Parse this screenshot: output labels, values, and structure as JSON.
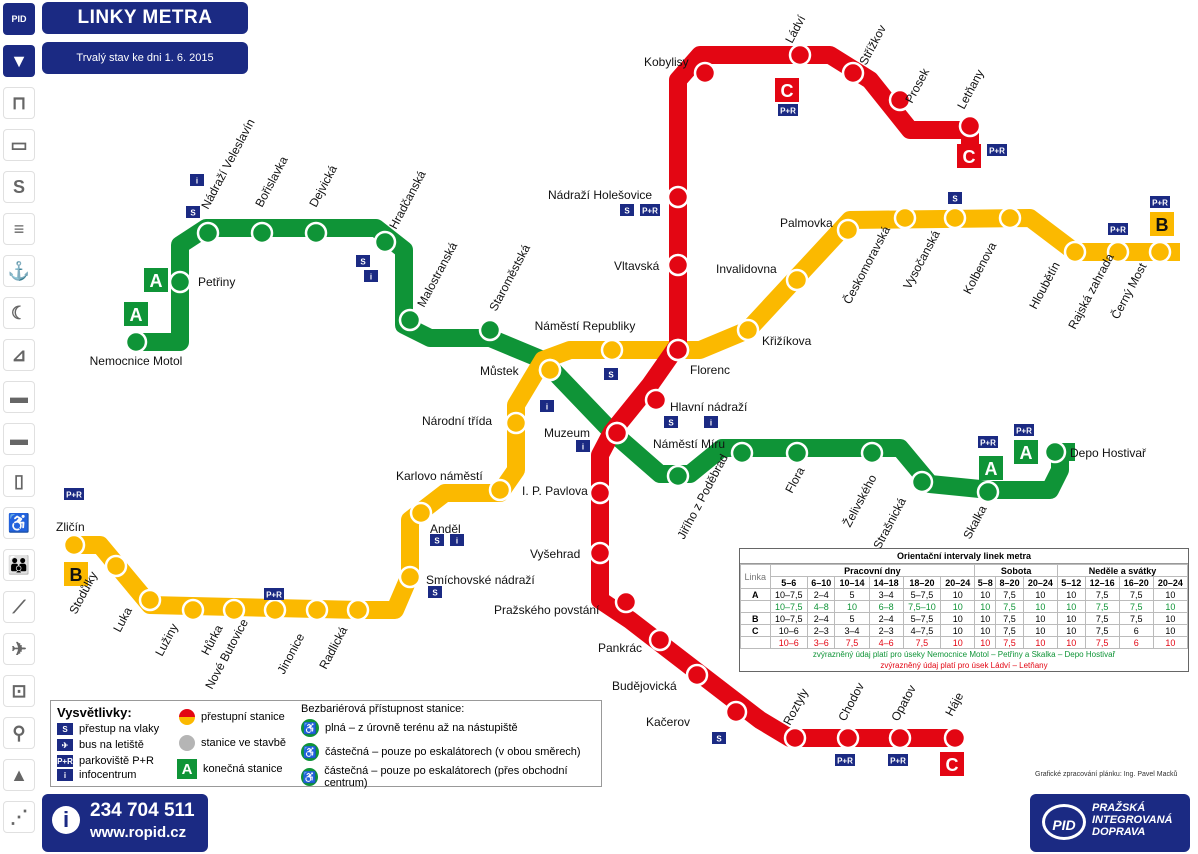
{
  "header": {
    "title": "LINKY METRA",
    "subtitle": "Trvalý stav ke dni 1. 6. 2015"
  },
  "colors": {
    "line_a": "#0f9437",
    "line_b": "#fbb900",
    "line_c": "#e30613",
    "brand": "#1b2a83"
  },
  "sidebar": {
    "items": [
      {
        "icon": "pid-logo-icon"
      },
      {
        "icon": "metro-icon"
      },
      {
        "icon": "tram-icon"
      },
      {
        "icon": "bus-icon"
      },
      {
        "icon": "train-icon"
      },
      {
        "icon": "cable-car-icon"
      },
      {
        "icon": "ferry-icon"
      },
      {
        "icon": "night-icon"
      },
      {
        "icon": "funicular-icon"
      },
      {
        "icon": "car-icon"
      },
      {
        "icon": "ticket-icon"
      },
      {
        "icon": "phone-icon"
      },
      {
        "icon": "wheelchair-icon"
      },
      {
        "icon": "family-icon"
      },
      {
        "icon": "escalator-icon"
      },
      {
        "icon": "plane-icon"
      },
      {
        "icon": "stroller-icon"
      },
      {
        "icon": "bicycle-icon"
      },
      {
        "icon": "dog-icon"
      },
      {
        "icon": "walking-icon"
      }
    ]
  },
  "stations": {
    "line_a": [
      "Nemocnice Motol",
      "Petřiny",
      "Nádraží Veleslavín",
      "Bořislavka",
      "Dejvická",
      "Hradčanská",
      "Malostranská",
      "Staroměstská",
      "Můstek",
      "Muzeum",
      "Náměstí Míru",
      "Jiřího z Poděbrad",
      "Flora",
      "Želivského",
      "Strašnická",
      "Skalka",
      "Depo Hostivař"
    ],
    "line_b": [
      "Zličín",
      "Stodůlky",
      "Luka",
      "Lužiny",
      "Hůrka",
      "Nové Butovice",
      "Jinonice",
      "Radlická",
      "Smíchovské nádraží",
      "Anděl",
      "Karlovo náměstí",
      "Národní třída",
      "Můstek",
      "Náměstí Republiky",
      "Florenc",
      "Křižíkova",
      "Invalidovna",
      "Palmovka",
      "Českomoravská",
      "Vysočanská",
      "Kolbenova",
      "Hloubětín",
      "Rajská zahrada",
      "Černý Most"
    ],
    "line_c": [
      "Letňany",
      "Prosek",
      "Střížkov",
      "Ládví",
      "Kobylisy",
      "Nádraží Holešovice",
      "Vltavská",
      "Florenc",
      "Hlavní nádraží",
      "Muzeum",
      "I. P. Pavlova",
      "Vyšehrad",
      "Pražského povstání",
      "Pankrác",
      "Budějovická",
      "Kačerov",
      "Roztyly",
      "Chodov",
      "Opatov",
      "Háje"
    ]
  },
  "badges": {
    "line_a": "A",
    "line_b": "B",
    "line_c": "C",
    "park_ride": "P+R",
    "rail": "S",
    "info": "i"
  },
  "intervals": {
    "title": "Orientační intervaly linek metra",
    "col_linka": "Linka",
    "groups": [
      "Pracovní dny",
      "Sobota",
      "Neděle a svátky"
    ],
    "hours": [
      "5–6",
      "6–10",
      "10–14",
      "14–18",
      "18–20",
      "20–24",
      "5–8",
      "8–20",
      "20–24",
      "5–12",
      "12–16",
      "16–20",
      "20–24"
    ],
    "rows": [
      {
        "line": "A",
        "values": [
          "10–7,5",
          "2–4",
          "5",
          "3–4",
          "5–7,5",
          "10",
          "10",
          "7,5",
          "10",
          "10",
          "7,5",
          "7,5",
          "10"
        ],
        "color": "normal"
      },
      {
        "line": "",
        "values": [
          "10–7,5",
          "4–8",
          "10",
          "6–8",
          "7,5–10",
          "10",
          "10",
          "7,5",
          "10",
          "10",
          "7,5",
          "7,5",
          "10"
        ],
        "color": "green"
      },
      {
        "line": "B",
        "values": [
          "10–7,5",
          "2–4",
          "5",
          "2–4",
          "5–7,5",
          "10",
          "10",
          "7,5",
          "10",
          "10",
          "7,5",
          "7,5",
          "10"
        ],
        "color": "normal"
      },
      {
        "line": "C",
        "values": [
          "10–6",
          "2–3",
          "3–4",
          "2–3",
          "4–7,5",
          "10",
          "10",
          "7,5",
          "10",
          "10",
          "7,5",
          "6",
          "10"
        ],
        "color": "normal"
      },
      {
        "line": "",
        "values": [
          "10–6",
          "3–6",
          "7,5",
          "4–6",
          "7,5",
          "10",
          "10",
          "7,5",
          "10",
          "10",
          "7,5",
          "6",
          "10"
        ],
        "color": "red"
      }
    ],
    "note_green": "zvýrazněný údaj platí pro úseky Nemocnice Motol – Petřiny a Skalka – Depo Hostivař",
    "note_red": "zvýrazněný údaj platí pro úsek Ládví – Letňany"
  },
  "legend": {
    "title": "Vysvětlivky:",
    "items": {
      "rail": "přestup na vlaky",
      "airport": "bus na letiště",
      "park": "parkoviště P+R",
      "info": "infocentrum",
      "transfer": "přestupní stanice",
      "construction": "stanice ve stavbě",
      "terminal": "konečná stanice"
    },
    "access_title": "Bezbariérová přístupnost stanice:",
    "access": [
      "plná – z úrovně terénu až na nástupiště",
      "částečná – pouze po eskalátorech (v obou směrech)",
      "částečná – pouze po eskalátorech (přes obchodní centrum)"
    ]
  },
  "contact": {
    "phone": "234 704 511",
    "web": "www.ropid.cz"
  },
  "brand": {
    "line1": "PRAŽSKÁ",
    "line2": "INTEGROVANÁ",
    "line3": "DOPRAVA",
    "logo": "PID"
  },
  "credit": "Grafické zpracování plánku: Ing. Pavel Macků"
}
